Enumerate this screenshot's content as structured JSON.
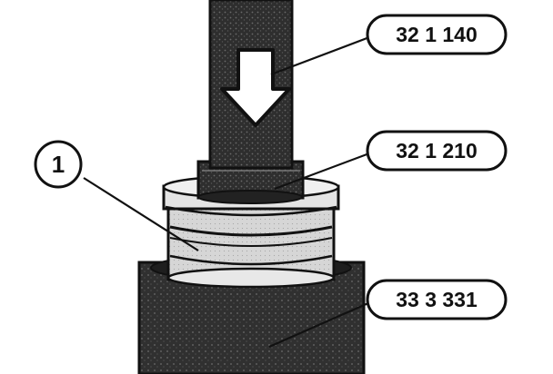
{
  "diagram": {
    "labels": {
      "tool_upper": "32 1 140",
      "tool_collar": "32 1 210",
      "tool_base": "33 3 331",
      "item_number": "1"
    },
    "colors": {
      "ink": "#111111",
      "metal_dark": "#3a3a3a",
      "metal_light": "#d8d8d8",
      "background": "#ffffff"
    },
    "icons": {
      "press_direction": "down-arrow-icon"
    }
  }
}
